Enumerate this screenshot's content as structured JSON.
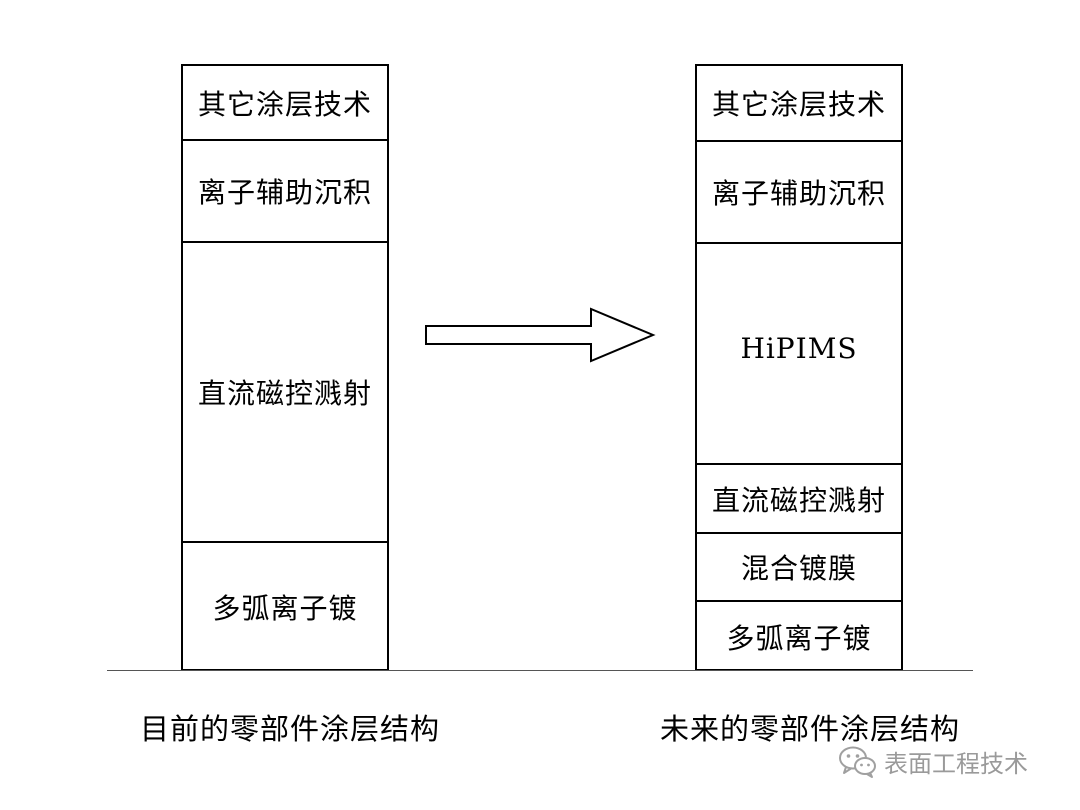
{
  "left": {
    "layers": [
      "其它涂层技术",
      "离子辅助沉积",
      "直流磁控溅射",
      "多弧离子镀"
    ],
    "caption": "目前的零部件涂层结构"
  },
  "right": {
    "layers": [
      "其它涂层技术",
      "离子辅助沉积",
      "HiPIMS",
      "直流磁控溅射",
      "混合镀膜",
      "多弧离子镀"
    ],
    "caption": "未来的零部件涂层结构"
  },
  "watermark": {
    "text": "表面工程技术",
    "icon": "wechat-icon"
  }
}
